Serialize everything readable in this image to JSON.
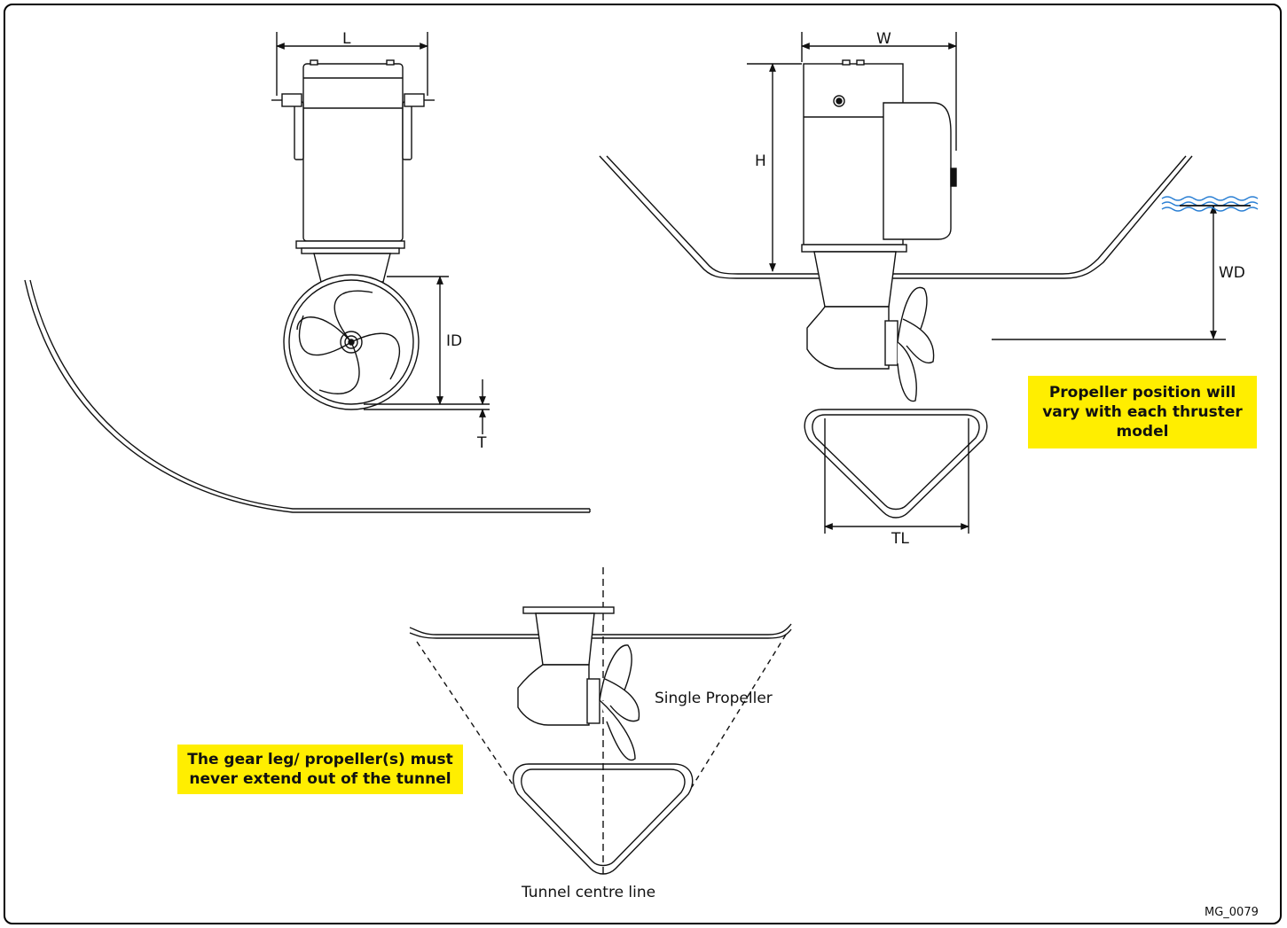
{
  "dimensions": {
    "L": "L",
    "W": "W",
    "H": "H",
    "ID": "ID",
    "T": "T",
    "WD": "WD",
    "TL": "TL"
  },
  "labels": {
    "single_propeller": "Single Propeller",
    "tunnel_centre_line": "Tunnel centre line"
  },
  "notes": {
    "propeller_position": "Propeller position will vary with each thruster model",
    "gear_leg": "The gear leg/ propeller(s) must never extend out of the tunnel"
  },
  "drawing_code": "MG_0079",
  "colors": {
    "note_highlight": "#ffee00",
    "line": "#111111",
    "water": "#2a7fd4"
  }
}
